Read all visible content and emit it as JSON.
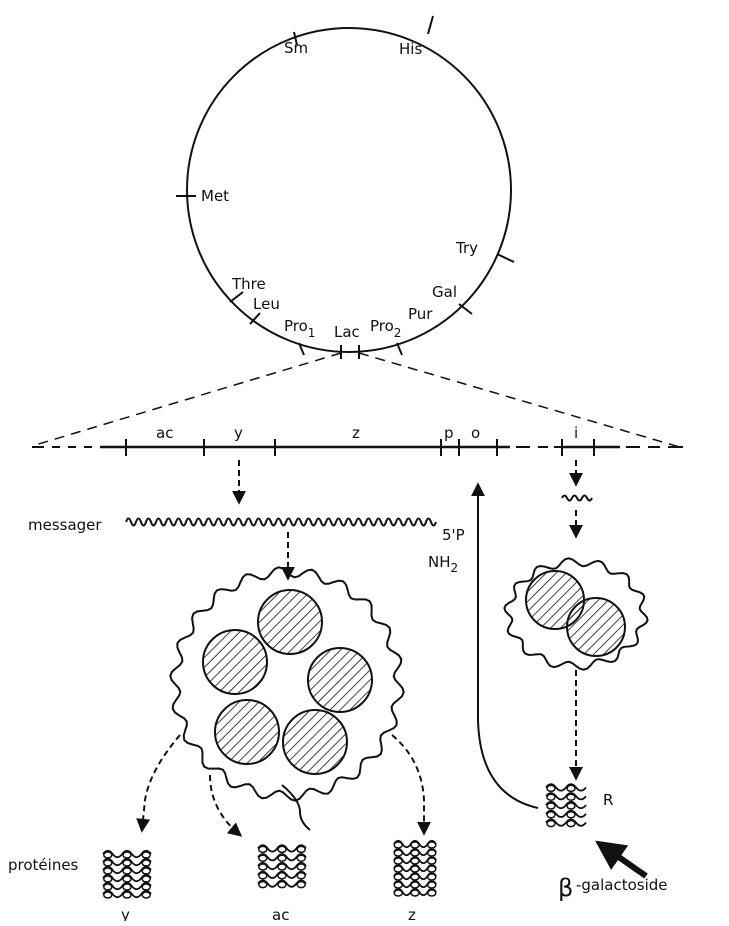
{
  "chromosome": {
    "markers": [
      "Sm",
      "His",
      "Met",
      "Try",
      "Thre",
      "Leu",
      "Gal",
      "Pur",
      "Pro",
      "1",
      "Lac",
      "Pro",
      "2"
    ]
  },
  "operon": {
    "genes": [
      "ac",
      "y",
      "z",
      "p",
      "o",
      "i"
    ]
  },
  "messenger": {
    "label": "messager",
    "end_5p": "5'P",
    "nh2": "NH",
    "nh2_sub": "2"
  },
  "proteins": {
    "label": "protéines",
    "items": [
      "y",
      "ac",
      "z"
    ]
  },
  "repressor": {
    "label": "R"
  },
  "inducer": {
    "symbol": "β",
    "label": "-galactoside"
  }
}
